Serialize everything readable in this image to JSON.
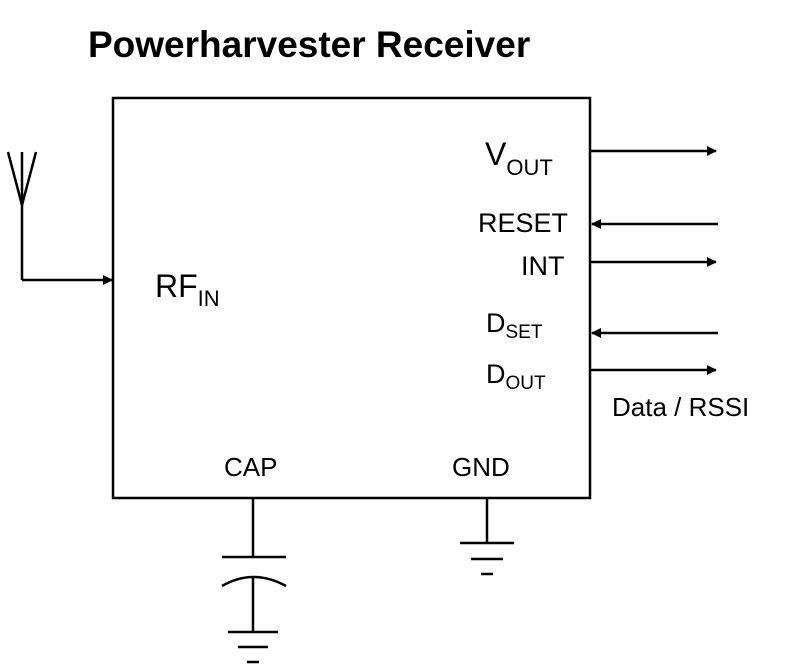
{
  "diagram": {
    "title": "Powerharvester Receiver",
    "pins": {
      "rf_in": {
        "main": "RF",
        "sub": "IN"
      },
      "v_out": {
        "main": "V",
        "sub": "OUT"
      },
      "reset": {
        "label": "RESET"
      },
      "int": {
        "label": "INT"
      },
      "d_set": {
        "main": "D",
        "sub": "SET"
      },
      "d_out": {
        "main": "D",
        "sub": "OUT"
      },
      "cap": {
        "label": "CAP"
      },
      "gnd": {
        "label": "GND"
      }
    },
    "annotations": {
      "d_out_note": "Data / RSSI"
    },
    "colors": {
      "line": "#000000",
      "background": "#ffffff"
    }
  }
}
